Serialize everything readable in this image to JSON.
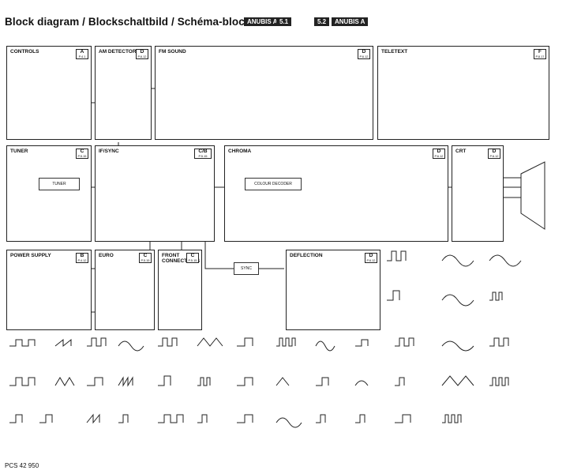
{
  "header": {
    "title": "Block diagram / Blockschaltbild / Schéma-bloc",
    "tag_a": "ANUBIS A",
    "tag_51": "5.1",
    "tag_52": "5.2",
    "tag_b": "ANUBIS A"
  },
  "blocks": {
    "controls": {
      "label": "CONTROLS",
      "ref_letter": "A",
      "ref_page": "P.4.1"
    },
    "am_detector": {
      "label": "AM DETECTOR",
      "ref_letter": "D",
      "ref_page": "P.6.12"
    },
    "fm_sound": {
      "label": "FM SOUND",
      "ref_letter": "D",
      "ref_page": "P.6.12"
    },
    "teletext": {
      "label": "TELETEXT",
      "ref_letter": "F",
      "ref_page": "P.8.17"
    },
    "tuner": {
      "label": "TUNER",
      "ref_letter": "C",
      "ref_page": "P.5.15"
    },
    "if_sync": {
      "label": "IF/SYNC",
      "ref_letter": "C/B",
      "ref_page": "P.5.15"
    },
    "chroma": {
      "label": "CHROMA",
      "ref_letter": "D",
      "ref_page": "P.6.12"
    },
    "crt": {
      "label": "CRT",
      "ref_letter": "D",
      "ref_page": "P.6.12"
    },
    "power_supply": {
      "label": "POWER SUPPLY",
      "ref_letter": "B",
      "ref_page": "P.4.12"
    },
    "euro": {
      "label": "EURO",
      "ref_letter": "C",
      "ref_page": "P.5.15"
    },
    "front_connections": {
      "label": "FRONT CONNECTIONS",
      "ref_letter": "C",
      "ref_page": "P.5.15"
    },
    "deflection": {
      "label": "DEFLECTION",
      "ref_letter": "D",
      "ref_page": "P.6.12"
    }
  },
  "subblocks": {
    "tuner_box": "TUNER",
    "colour_decoder": "COLOUR DECODER",
    "sync": "SYNC"
  },
  "footer": {
    "code": "PCS 42 950"
  }
}
